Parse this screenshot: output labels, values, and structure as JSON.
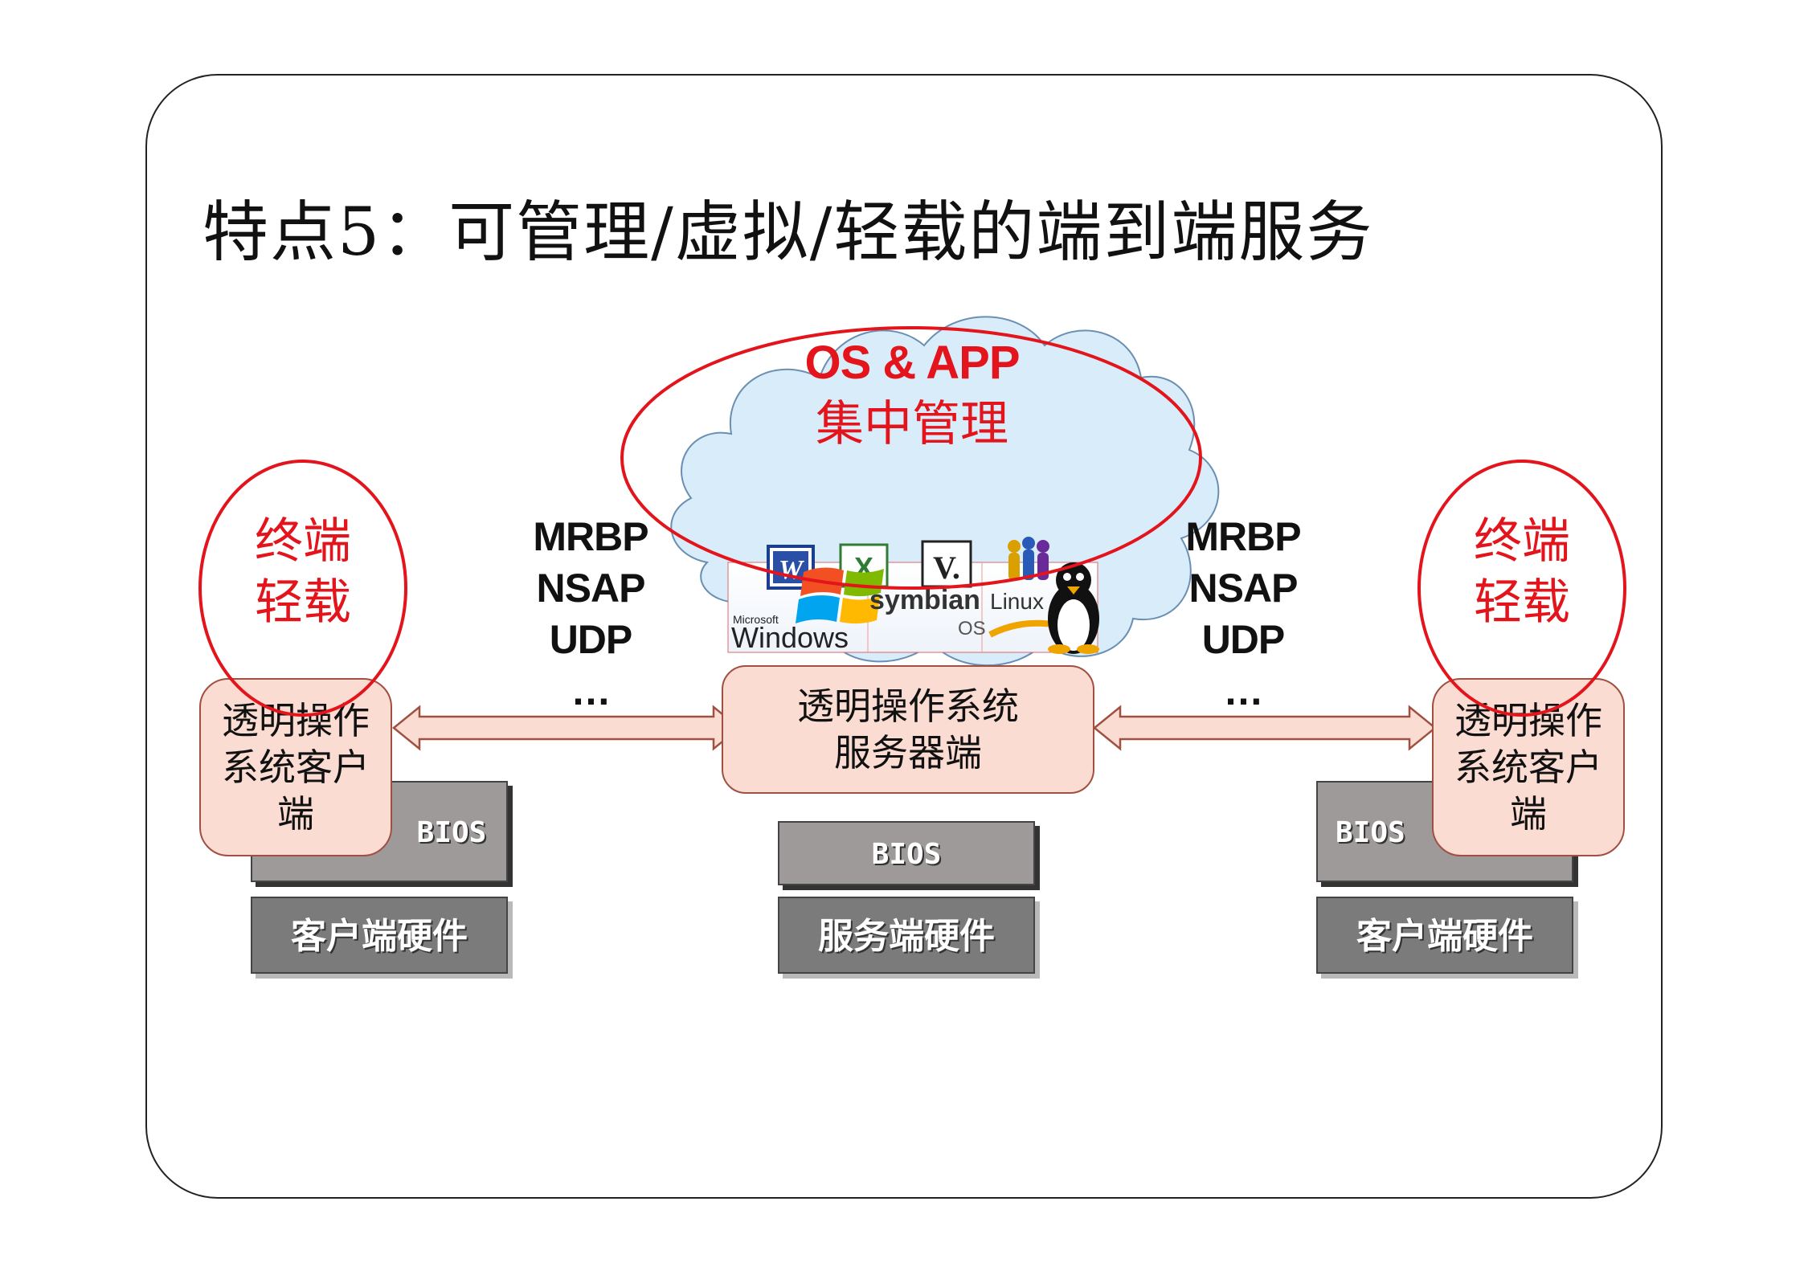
{
  "title": "特点5：可管理/虚拟/轻载的端到端服务",
  "center_bubble": {
    "line1": "OS & APP",
    "line2": "集中管理"
  },
  "left": {
    "bubble_line1": "终端",
    "bubble_line2": "轻载",
    "client_box": [
      "透明操作",
      "系统客户",
      "端"
    ],
    "bios": "BIOS",
    "hardware": "客户端硬件"
  },
  "right": {
    "bubble_line1": "终端",
    "bubble_line2": "轻载",
    "client_box": [
      "透明操作",
      "系统客户",
      "端"
    ],
    "bios": "BIOS",
    "hardware": "客户端硬件"
  },
  "protocols_left": [
    "MRBP",
    "NSAP",
    "UDP",
    "…"
  ],
  "protocols_right": [
    "MRBP",
    "NSAP",
    "UDP",
    "…"
  ],
  "server": {
    "box_line1": "透明操作系统",
    "box_line2": "服务器端",
    "bios": "BIOS",
    "hardware": "服务端硬件"
  },
  "logos": {
    "windows_small": "Microsoft",
    "windows": "Windows",
    "symbian": "symbian",
    "symbian_os": "OS",
    "linux": "Linux",
    "word_letter": "W",
    "excel_letter": "X",
    "v_letter": "V."
  },
  "colors": {
    "accent_red": "#e3141b",
    "box_fill": "#fadcd2",
    "hardware_gray": "#7b7b7b",
    "cloud_fill": "#d9ecf9"
  }
}
